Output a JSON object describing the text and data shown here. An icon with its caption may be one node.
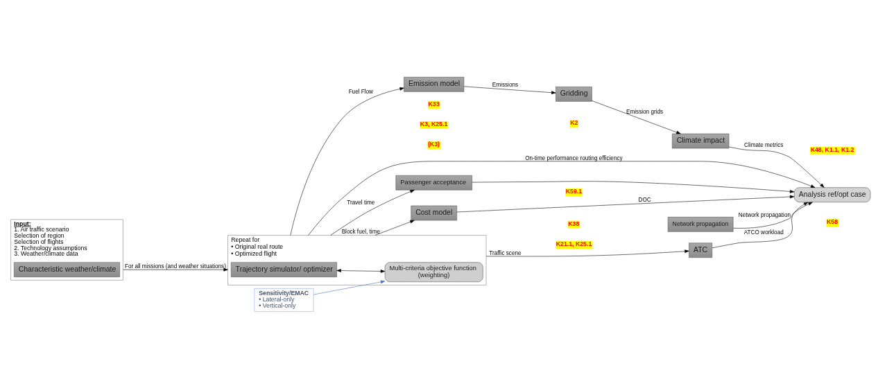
{
  "diagram": {
    "nodes": [
      {
        "text": [
          "Input:",
          "1. Air traffic scenario",
          "Selection of region",
          "Selection of flights",
          "2. Technology assumptions",
          "3. Weather/climate data"
        ]
      },
      {
        "text": [
          "Characteristic weather/climate"
        ],
        "in": 0
      },
      {
        "text": [
          "Repeat for",
          "• Original real route",
          "• Optimized flight"
        ]
      },
      {
        "text": [
          "Trajectory simulator/ optimizer"
        ],
        "in": 2
      },
      {
        "text": [
          "Multi-criteria objective function",
          "(weighting)"
        ],
        "in": 2
      },
      {
        "text": [
          "Passenger acceptance"
        ]
      },
      {
        "text": [
          "Cost model"
        ]
      },
      {
        "text": [
          "Analysis ref/opt case"
        ]
      },
      {
        "text": [
          "Emission model"
        ]
      },
      {
        "text": [
          "Gridding"
        ]
      },
      {
        "text": [
          "Climate impact"
        ]
      },
      {
        "text": [
          "Sensitivity/EMAC",
          "• Lateral-only",
          "• Vertical-only"
        ]
      },
      {
        "text": [
          "ATC"
        ]
      },
      {
        "text": [
          "Network propagation"
        ]
      }
    ],
    "edges": [
      {
        "from": 0,
        "to": 2,
        "arrow": "to",
        "label": "For all missions (and weather situations)"
      },
      {
        "from": 3,
        "to": 4,
        "arrow": "both"
      },
      {
        "from": 2,
        "to": 5,
        "arrow": "to",
        "label": "Travel time"
      },
      {
        "from": 2,
        "to": 6,
        "arrow": "to",
        "label": "Block fuel, time"
      },
      {
        "from": 6,
        "to": 7,
        "arrow": "to",
        "label": "DOC"
      },
      {
        "from": 2,
        "to": 7,
        "arrow": "to",
        "label": "On-time performance routing efficiency"
      },
      {
        "from": 2,
        "to": 8,
        "arrow": "to",
        "label": "Fuel Flow"
      },
      {
        "from": 8,
        "to": 9,
        "arrow": "to",
        "label": "Emissions"
      },
      {
        "from": 9,
        "to": 10,
        "arrow": "to",
        "label": "Emission grids"
      },
      {
        "from": 10,
        "to": 7,
        "arrow": "to",
        "label": "Climate metrics"
      },
      {
        "from": 5,
        "to": 7,
        "arrow": "to"
      },
      {
        "from": 11,
        "to": 4,
        "arrow": "to",
        "color": "#4472c4"
      },
      {
        "from": 2,
        "to": 12,
        "arrow": "to",
        "label": "Traffic scene"
      },
      {
        "from": 12,
        "to": 7,
        "arrow": "to",
        "label": "ATCO workload"
      },
      {
        "from": 13,
        "to": 7,
        "arrow": "to",
        "label": "Network propagation"
      }
    ],
    "labels": [
      "K59.1",
      "K33",
      "K3, K25.1",
      "K38",
      "K21.1, K25.1",
      "K48, K1.1, K1.2",
      "(K3)",
      "K2",
      "K58"
    ]
  }
}
